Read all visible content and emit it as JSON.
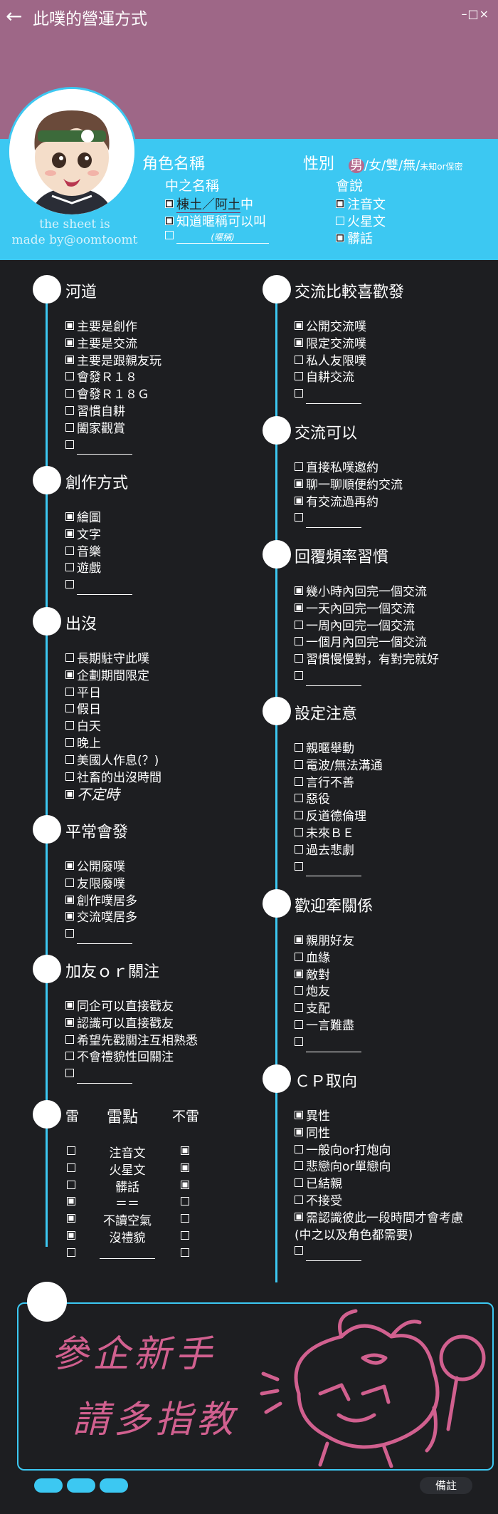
{
  "app": {
    "title": "此噗的營運方式",
    "window_controls": "–□×"
  },
  "credit": {
    "line1": "the sheet is",
    "line2": "made by@oomtoomt"
  },
  "profile": {
    "role_name_label": "角色名稱",
    "gender_label": "性別",
    "gender_options": {
      "male": "男",
      "rest": "/女/雙/無/",
      "small": "未知or保密"
    },
    "nickname_label": "中之名稱",
    "nickname_value": "棟土／阿土",
    "nickname_suffix": "中",
    "nick_opt2": "知道暱稱可以叫",
    "nick_placeholder": "(暱稱)",
    "speaks_label": "會說",
    "speaks": [
      "注音文",
      "火星文",
      "髒話"
    ]
  },
  "left_sections": [
    {
      "title": "河道",
      "items": [
        {
          "t": "主要是創作",
          "c": true
        },
        {
          "t": "主要是交流",
          "c": true
        },
        {
          "t": "主要是跟親友玩",
          "c": true
        },
        {
          "t": "會發Ｒ１８",
          "c": false
        },
        {
          "t": "會發Ｒ１８Ｇ",
          "c": false
        },
        {
          "t": "習慣自耕",
          "c": false
        },
        {
          "t": "闔家觀賞",
          "c": false
        },
        {
          "t": "",
          "c": false,
          "blank": true
        }
      ]
    },
    {
      "title": "創作方式",
      "items": [
        {
          "t": "繪圖",
          "c": true
        },
        {
          "t": "文字",
          "c": true
        },
        {
          "t": "音樂",
          "c": false
        },
        {
          "t": "遊戲",
          "c": false
        },
        {
          "t": "",
          "c": false,
          "blank": true
        }
      ]
    },
    {
      "title": "出沒",
      "items": [
        {
          "t": "長期駐守此噗",
          "c": false
        },
        {
          "t": "企劃期間限定",
          "c": true
        },
        {
          "t": "平日",
          "c": false
        },
        {
          "t": "假日",
          "c": false
        },
        {
          "t": "白天",
          "c": false
        },
        {
          "t": "晚上",
          "c": false
        },
        {
          "t": "美國人作息(？)",
          "c": false
        },
        {
          "t": "社畜的出沒時間",
          "c": false
        },
        {
          "t": "不定時",
          "c": true,
          "hand": true
        }
      ]
    },
    {
      "title": "平常會發",
      "items": [
        {
          "t": "公開廢噗",
          "c": true
        },
        {
          "t": "友限廢噗",
          "c": false
        },
        {
          "t": "創作噗居多",
          "c": true
        },
        {
          "t": "交流噗居多",
          "c": true
        },
        {
          "t": "",
          "c": false,
          "blank": true
        }
      ]
    },
    {
      "title": "加友ｏｒ關注",
      "items": [
        {
          "t": "同企可以直接戳友",
          "c": true
        },
        {
          "t": "認識可以直接戳友",
          "c": true
        },
        {
          "t": "希望先戳關注互相熟悉",
          "c": false
        },
        {
          "t": "不會禮貌性回關注",
          "c": false
        },
        {
          "t": "",
          "c": false,
          "blank": true
        }
      ]
    }
  ],
  "thunder": {
    "left_label": "雷",
    "center_label": "雷點",
    "right_label": "不雷",
    "rows": [
      {
        "t": "注音文",
        "l": false,
        "r": true
      },
      {
        "t": "火星文",
        "l": false,
        "r": true
      },
      {
        "t": "髒話",
        "l": false,
        "r": true
      },
      {
        "t": "＝＝",
        "l": true,
        "r": false
      },
      {
        "t": "不讀空氣",
        "l": true,
        "r": false
      },
      {
        "t": "沒禮貌",
        "l": true,
        "r": false
      },
      {
        "t": "",
        "l": false,
        "r": false,
        "blank": true
      }
    ]
  },
  "right_sections": [
    {
      "title": "交流比較喜歡發",
      "items": [
        {
          "t": "公開交流噗",
          "c": true
        },
        {
          "t": "限定交流噗",
          "c": true
        },
        {
          "t": "私人友限噗",
          "c": false
        },
        {
          "t": "自耕交流",
          "c": false
        },
        {
          "t": "",
          "c": false,
          "blank": true
        }
      ]
    },
    {
      "title": "交流可以",
      "items": [
        {
          "t": "直接私噗邀約",
          "c": false
        },
        {
          "t": "聊一聊順便約交流",
          "c": true
        },
        {
          "t": "有交流過再約",
          "c": true
        },
        {
          "t": "",
          "c": false,
          "blank": true
        }
      ]
    },
    {
      "title": "回覆頻率習慣",
      "items": [
        {
          "t": "幾小時內回完一個交流",
          "c": true
        },
        {
          "t": "一天內回完一個交流",
          "c": true
        },
        {
          "t": "一周內回完一個交流",
          "c": false
        },
        {
          "t": "一個月內回完一個交流",
          "c": false
        },
        {
          "t": "習慣慢慢對，有對完就好",
          "c": false
        },
        {
          "t": "",
          "c": false,
          "blank": true
        }
      ]
    },
    {
      "title": "設定注意",
      "items": [
        {
          "t": "親暱舉動",
          "c": false
        },
        {
          "t": "電波/無法溝通",
          "c": false
        },
        {
          "t": "言行不善",
          "c": false
        },
        {
          "t": "惡役",
          "c": false
        },
        {
          "t": "反道德倫理",
          "c": false
        },
        {
          "t": "未來ＢＥ",
          "c": false
        },
        {
          "t": "過去悲劇",
          "c": false
        },
        {
          "t": "",
          "c": false,
          "blank": true
        }
      ]
    },
    {
      "title": "歡迎牽關係",
      "items": [
        {
          "t": "親朋好友",
          "c": true
        },
        {
          "t": "血緣",
          "c": false
        },
        {
          "t": "敵對",
          "c": true
        },
        {
          "t": "炮友",
          "c": false
        },
        {
          "t": "支配",
          "c": false
        },
        {
          "t": "一言難盡",
          "c": false
        },
        {
          "t": "",
          "c": false,
          "blank": true
        }
      ]
    },
    {
      "title": "ＣＰ取向",
      "items": [
        {
          "t": "異性",
          "c": true
        },
        {
          "t": "同性",
          "c": true
        },
        {
          "t": "一般向or打炮向",
          "c": false
        },
        {
          "t": "悲戀向or單戀向",
          "c": false
        },
        {
          "t": "已結親",
          "c": false
        },
        {
          "t": "不接受",
          "c": false
        },
        {
          "t": "需認識彼此一段時間才會考慮",
          "c": true
        },
        {
          "t": "(中之以及角色都需要)",
          "c": false,
          "nobox": true
        },
        {
          "t": "",
          "c": false,
          "blank": true
        }
      ]
    }
  ],
  "greeting": {
    "line1": "參企新手",
    "line2": "請多指教"
  },
  "footer": {
    "note_button": "備註"
  },
  "colors": {
    "accent": "#3cc8f2",
    "header": "#9e6787",
    "background": "#1d1e21",
    "pink": "#d1608f"
  }
}
